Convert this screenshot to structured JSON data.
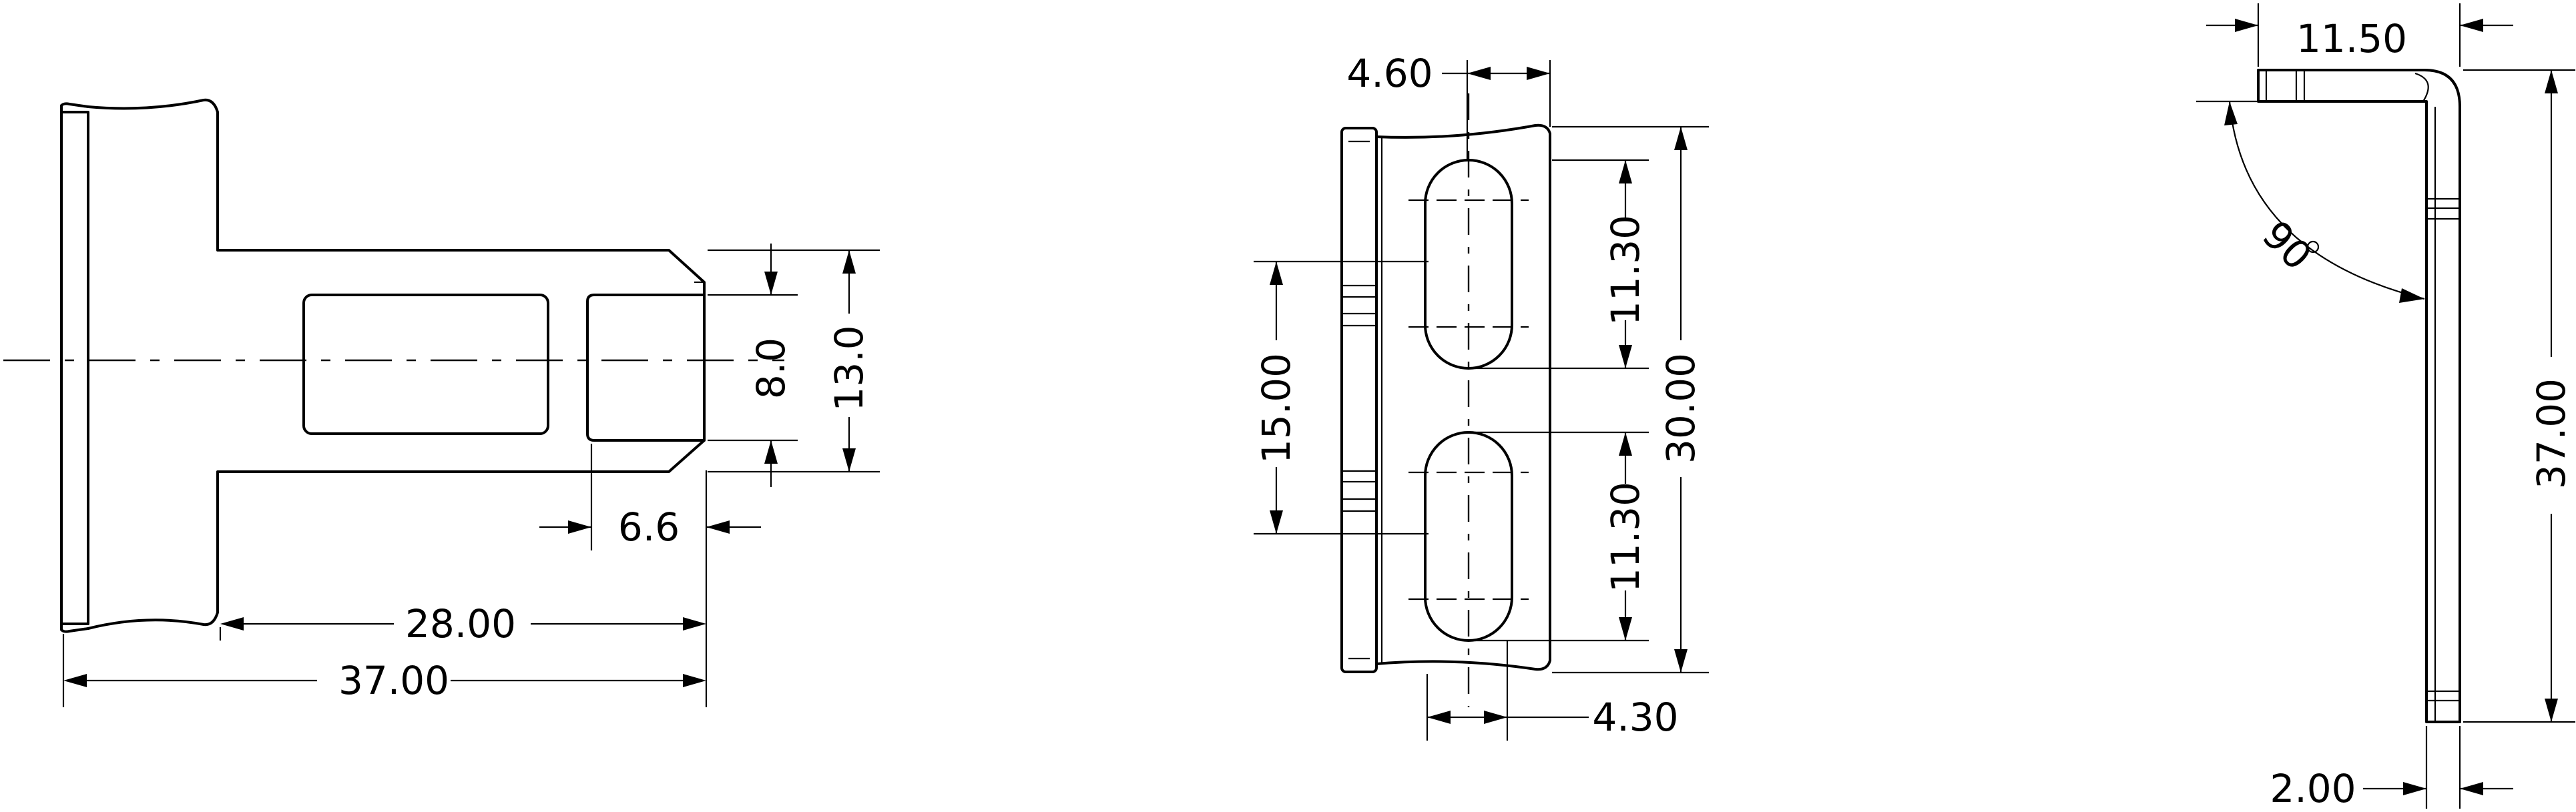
{
  "view_front": {
    "dim_overall_width": "37.00",
    "dim_arm_length": "28.00",
    "dim_tab_length": "6.6",
    "dim_inner_width": "8.0",
    "dim_outer_width": "13.0"
  },
  "view_side": {
    "dim_top_offset": "4.60",
    "dim_bottom_offset": "4.30",
    "dim_slot_pitch": "15.00",
    "dim_height": "30.00",
    "dim_slot_upper": "11.30",
    "dim_slot_lower": "11.30"
  },
  "view_profile": {
    "dim_flange_length": "11.50",
    "dim_bend_angle": "90",
    "dim_leg_height": "37.00",
    "dim_thickness": "2.00"
  },
  "colors": {
    "line": "#000000",
    "background": "#ffffff"
  }
}
